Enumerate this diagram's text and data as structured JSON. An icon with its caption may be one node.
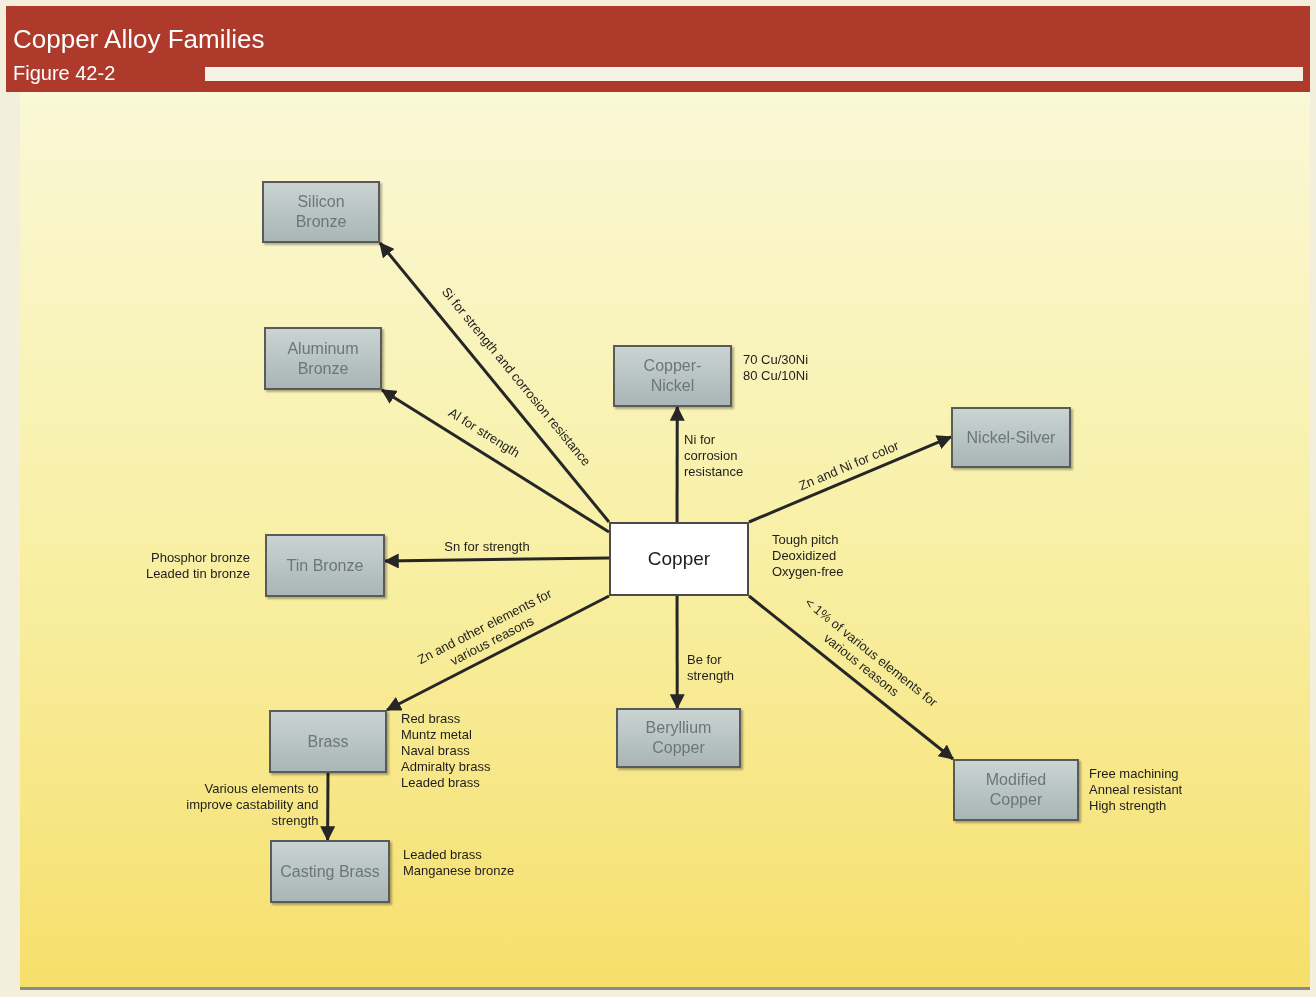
{
  "diagram": {
    "title": "Copper Alloy Families",
    "nodes": [
      {
        "text": [
          "Copper"
        ],
        "beside": [
          "Tough pitch",
          "Deoxidized",
          "Oxygen-free"
        ]
      },
      {
        "text": [
          "Silicon Bronze"
        ]
      },
      {
        "text": [
          "Aluminum Bronze"
        ]
      },
      {
        "text": [
          "Copper-Nickel"
        ],
        "beside": [
          "70 Cu/30Ni",
          "80 Cu/10Ni"
        ]
      },
      {
        "text": [
          "Nickel-Silver"
        ]
      },
      {
        "text": [
          "Tin Bronze"
        ],
        "beside": [
          "Phosphor bronze",
          "Leaded tin bronze"
        ]
      },
      {
        "text": [
          "Brass"
        ],
        "beside": [
          "Red brass",
          "Muntz metal",
          "Naval brass",
          "Admiralty brass",
          "Leaded brass"
        ]
      },
      {
        "text": [
          "Beryllium Copper"
        ]
      },
      {
        "text": [
          "Modified Copper"
        ],
        "beside": [
          "Free machining",
          "Anneal resistant",
          "High strength"
        ]
      },
      {
        "text": [
          "Casting Brass"
        ],
        "beside": [
          "Leaded brass",
          "Manganese bronze"
        ]
      }
    ],
    "edges": [
      {
        "from": 0,
        "to": 1,
        "arrow": "to",
        "label": "Si for strength and corrosion resistance"
      },
      {
        "from": 0,
        "to": 2,
        "arrow": "to",
        "label": "Al for strength"
      },
      {
        "from": 0,
        "to": 3,
        "arrow": "to",
        "label": "Ni for corrosion resistance"
      },
      {
        "from": 0,
        "to": 4,
        "arrow": "to",
        "label": "Zn and Ni for color"
      },
      {
        "from": 0,
        "to": 5,
        "arrow": "to",
        "label": "Sn for strength"
      },
      {
        "from": 0,
        "to": 6,
        "arrow": "to",
        "label": "Zn and other elements for various reasons"
      },
      {
        "from": 0,
        "to": 7,
        "arrow": "to",
        "label": "Be for strength"
      },
      {
        "from": 0,
        "to": 8,
        "arrow": "to",
        "label": "< 1% of various elements for various reasons"
      },
      {
        "from": 6,
        "to": 9,
        "arrow": "to",
        "label": "Various elements to improve castability and strength"
      }
    ],
    "labels": [
      "Figure 42-2"
    ]
  }
}
